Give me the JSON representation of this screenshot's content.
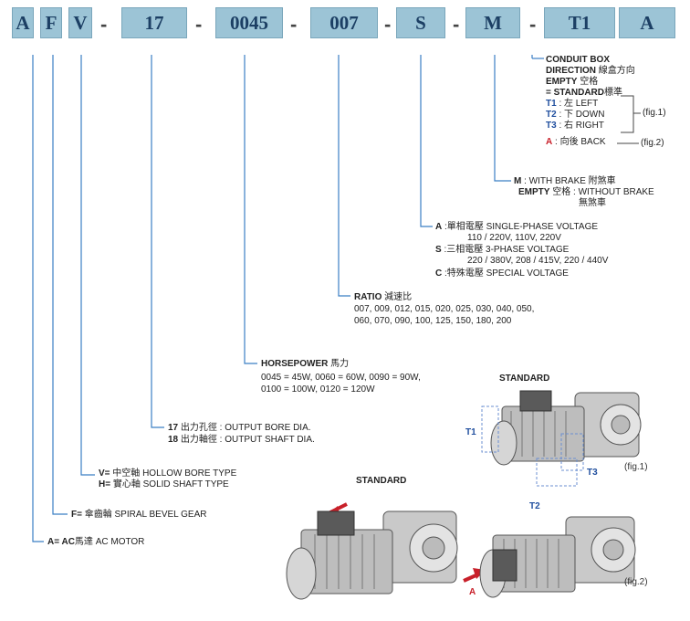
{
  "code_boxes": [
    {
      "label": "A"
    },
    {
      "label": "F"
    },
    {
      "label": "V"
    },
    {
      "label": "17"
    },
    {
      "label": "0045"
    },
    {
      "label": "007"
    },
    {
      "label": "S"
    },
    {
      "label": "M"
    },
    {
      "label": "T1"
    },
    {
      "label": "A"
    }
  ],
  "dash": "-",
  "conduit": {
    "l1": "CONDUIT BOX",
    "l2": "DIRECTION",
    "l2_cn": "線盒方向",
    "l3": "EMPTY",
    "l3_cn": "空格",
    "l4": "= STANDARD",
    "l4_cn": "標準",
    "t1_code": "T1",
    "t1_text": ": 左 LEFT",
    "t2_code": "T2",
    "t2_text": ": 下 DOWN",
    "t3_code": "T3",
    "t3_text": ": 右 RIGHT",
    "a_code": "A",
    "a_text": ": 向後 BACK",
    "fig1": "(fig.1)",
    "fig2": "(fig.2)"
  },
  "brake": {
    "m_code": "M",
    "m_text": ": WITH BRAKE 附煞車",
    "e_code": "EMPTY",
    "e_text": "空格 : WITHOUT BRAKE",
    "e_text2": "無煞車"
  },
  "voltage": {
    "a_code": "A",
    "a_text": ":單相電壓 SINGLE-PHASE VOLTAGE",
    "a_val": "110 / 220V, 110V, 220V",
    "s_code": "S",
    "s_text": ":三相電壓 3-PHASE VOLTAGE",
    "s_val": "220 / 380V,  208 / 415V, 220 / 440V",
    "c_code": "C",
    "c_text": ":特殊電壓 SPECIAL VOLTAGE"
  },
  "ratio": {
    "title": "RATIO",
    "title_cn": "減速比",
    "row1": "007, 009, 012, 015, 020, 025, 030, 040, 050,",
    "row2": "060, 070, 090, 100, 125, 150, 180, 200"
  },
  "hp": {
    "title": "HORSEPOWER",
    "title_cn": "馬力",
    "row1": "0045 = 45W,    0060 = 60W,  0090 = 90W,",
    "row2": "0100 = 100W,  0120 = 120W"
  },
  "bore": {
    "c17": "17",
    "t17": "出力孔徑 : OUTPUT BORE DIA.",
    "c18": "18",
    "t18": "出力軸徑 : OUTPUT SHAFT DIA."
  },
  "shaft": {
    "v_code": "V=",
    "v_text": "中空軸  HOLLOW BORE TYPE",
    "h_code": "H=",
    "h_text": "實心軸  SOLID SHAFT TYPE"
  },
  "gear": {
    "code": "F=",
    "text": "傘齒輪  SPIRAL BEVEL GEAR"
  },
  "motor": {
    "code": "A= AC",
    "text": "馬達 AC MOTOR"
  },
  "figures": {
    "standard_right": "STANDARD",
    "standard_left": "STANDARD",
    "t1": "T1",
    "t2": "T2",
    "t3": "T3",
    "fig1": "(fig.1)",
    "fig2": "(fig.2)",
    "a": "A"
  },
  "colors": {
    "box_fill": "#9cc4d6",
    "box_text": "#1c3f64",
    "line": "#3b7fc4",
    "red": "#c8202a",
    "blue": "#1f4e9e"
  }
}
